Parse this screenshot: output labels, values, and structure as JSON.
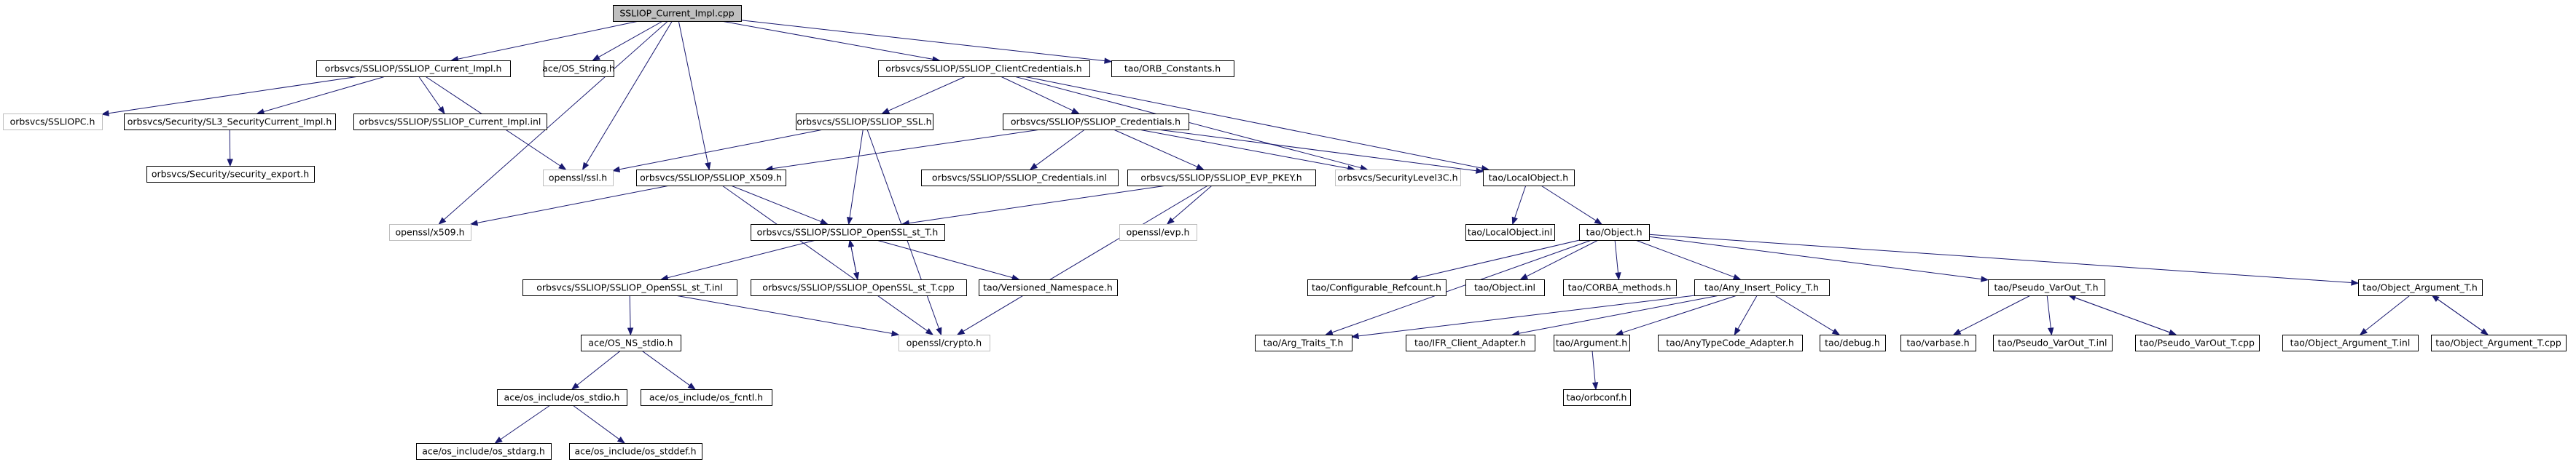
{
  "colors": {
    "edge": "#191970",
    "node_border": "#000000",
    "external_border": "#bfbfbf",
    "root_fill": "#bfbfbf",
    "background": "#ffffff"
  },
  "nodes": [
    {
      "id": "root",
      "label": "SSLIOP_Current_Impl.cpp",
      "kind": "root"
    },
    {
      "id": "cur_impl_h",
      "label": "orbsvcs/SSLIOP/SSLIOP_Current_Impl.h",
      "kind": "doc"
    },
    {
      "id": "ace_string",
      "label": "ace/OS_String.h",
      "kind": "doc"
    },
    {
      "id": "client_cred",
      "label": "orbsvcs/SSLIOP/SSLIOP_ClientCredentials.h",
      "kind": "doc"
    },
    {
      "id": "orb_const",
      "label": "tao/ORB_Constants.h",
      "kind": "doc"
    },
    {
      "id": "ssliopc",
      "label": "orbsvcs/SSLIOPC.h",
      "kind": "external"
    },
    {
      "id": "sl3",
      "label": "orbsvcs/Security/SL3_SecurityCurrent_Impl.h",
      "kind": "doc"
    },
    {
      "id": "cur_impl_inl",
      "label": "orbsvcs/SSLIOP/SSLIOP_Current_Impl.inl",
      "kind": "doc"
    },
    {
      "id": "sec_export",
      "label": "orbsvcs/Security/security_export.h",
      "kind": "doc"
    },
    {
      "id": "ssl_h",
      "label": "orbsvcs/SSLIOP/SSLIOP_SSL.h",
      "kind": "doc"
    },
    {
      "id": "cred_h",
      "label": "orbsvcs/SSLIOP/SSLIOP_Credentials.h",
      "kind": "doc"
    },
    {
      "id": "openssl_ssl",
      "label": "openssl/ssl.h",
      "kind": "external"
    },
    {
      "id": "x509_h",
      "label": "orbsvcs/SSLIOP/SSLIOP_X509.h",
      "kind": "doc"
    },
    {
      "id": "cred_inl",
      "label": "orbsvcs/SSLIOP/SSLIOP_Credentials.inl",
      "kind": "doc"
    },
    {
      "id": "evp_pkey",
      "label": "orbsvcs/SSLIOP/SSLIOP_EVP_PKEY.h",
      "kind": "doc"
    },
    {
      "id": "sec_level",
      "label": "orbsvcs/SecurityLevel3C.h",
      "kind": "external"
    },
    {
      "id": "local_obj_h",
      "label": "tao/LocalObject.h",
      "kind": "doc"
    },
    {
      "id": "openssl_x509",
      "label": "openssl/x509.h",
      "kind": "external"
    },
    {
      "id": "openssl_st_h",
      "label": "orbsvcs/SSLIOP/SSLIOP_OpenSSL_st_T.h",
      "kind": "doc"
    },
    {
      "id": "openssl_evp",
      "label": "openssl/evp.h",
      "kind": "external"
    },
    {
      "id": "local_obj_inl",
      "label": "tao/LocalObject.inl",
      "kind": "doc"
    },
    {
      "id": "object_h",
      "label": "tao/Object.h",
      "kind": "doc"
    },
    {
      "id": "openssl_st_inl",
      "label": "orbsvcs/SSLIOP/SSLIOP_OpenSSL_st_T.inl",
      "kind": "doc"
    },
    {
      "id": "openssl_st_cpp",
      "label": "orbsvcs/SSLIOP/SSLIOP_OpenSSL_st_T.cpp",
      "kind": "doc"
    },
    {
      "id": "versioned_ns",
      "label": "tao/Versioned_Namespace.h",
      "kind": "doc"
    },
    {
      "id": "conf_refcount",
      "label": "tao/Configurable_Refcount.h",
      "kind": "doc"
    },
    {
      "id": "object_inl",
      "label": "tao/Object.inl",
      "kind": "doc"
    },
    {
      "id": "corba_methods",
      "label": "tao/CORBA_methods.h",
      "kind": "doc"
    },
    {
      "id": "any_insert",
      "label": "tao/Any_Insert_Policy_T.h",
      "kind": "doc"
    },
    {
      "id": "pseudo_varout_h",
      "label": "tao/Pseudo_VarOut_T.h",
      "kind": "doc"
    },
    {
      "id": "obj_arg_h",
      "label": "tao/Object_Argument_T.h",
      "kind": "doc"
    },
    {
      "id": "ace_ns_stdio",
      "label": "ace/OS_NS_stdio.h",
      "kind": "doc"
    },
    {
      "id": "openssl_crypto",
      "label": "openssl/crypto.h",
      "kind": "external"
    },
    {
      "id": "arg_traits",
      "label": "tao/Arg_Traits_T.h",
      "kind": "doc"
    },
    {
      "id": "ifr_client",
      "label": "tao/IFR_Client_Adapter.h",
      "kind": "doc"
    },
    {
      "id": "argument_h",
      "label": "tao/Argument.h",
      "kind": "doc"
    },
    {
      "id": "anytypecode",
      "label": "tao/AnyTypeCode_Adapter.h",
      "kind": "doc"
    },
    {
      "id": "debug_h",
      "label": "tao/debug.h",
      "kind": "doc"
    },
    {
      "id": "varbase",
      "label": "tao/varbase.h",
      "kind": "doc"
    },
    {
      "id": "pseudo_varout_inl",
      "label": "tao/Pseudo_VarOut_T.inl",
      "kind": "doc"
    },
    {
      "id": "pseudo_varout_cpp",
      "label": "tao/Pseudo_VarOut_T.cpp",
      "kind": "doc"
    },
    {
      "id": "obj_arg_inl",
      "label": "tao/Object_Argument_T.inl",
      "kind": "doc"
    },
    {
      "id": "obj_arg_cpp",
      "label": "tao/Object_Argument_T.cpp",
      "kind": "doc"
    },
    {
      "id": "ace_os_stdio",
      "label": "ace/os_include/os_stdio.h",
      "kind": "doc"
    },
    {
      "id": "ace_os_fcntl",
      "label": "ace/os_include/os_fcntl.h",
      "kind": "doc"
    },
    {
      "id": "orbconf",
      "label": "tao/orbconf.h",
      "kind": "doc"
    },
    {
      "id": "ace_os_stdarg",
      "label": "ace/os_include/os_stdarg.h",
      "kind": "doc"
    },
    {
      "id": "ace_os_stddef",
      "label": "ace/os_include/os_stddef.h",
      "kind": "doc"
    }
  ],
  "edges": [
    [
      "root",
      "cur_impl_h"
    ],
    [
      "root",
      "ace_string"
    ],
    [
      "root",
      "client_cred"
    ],
    [
      "root",
      "orb_const"
    ],
    [
      "root",
      "openssl_ssl"
    ],
    [
      "root",
      "openssl_x509"
    ],
    [
      "root",
      "x509_h"
    ],
    [
      "cur_impl_h",
      "ssliopc"
    ],
    [
      "cur_impl_h",
      "sl3"
    ],
    [
      "cur_impl_h",
      "cur_impl_inl"
    ],
    [
      "cur_impl_h",
      "openssl_ssl"
    ],
    [
      "sl3",
      "sec_export"
    ],
    [
      "client_cred",
      "ssl_h"
    ],
    [
      "client_cred",
      "cred_h"
    ],
    [
      "client_cred",
      "sec_level"
    ],
    [
      "client_cred",
      "local_obj_h"
    ],
    [
      "ssl_h",
      "openssl_ssl"
    ],
    [
      "ssl_h",
      "openssl_st_h"
    ],
    [
      "ssl_h",
      "openssl_crypto"
    ],
    [
      "cred_h",
      "x509_h"
    ],
    [
      "cred_h",
      "cred_inl"
    ],
    [
      "cred_h",
      "evp_pkey"
    ],
    [
      "cred_h",
      "sec_level"
    ],
    [
      "cred_h",
      "local_obj_h"
    ],
    [
      "x509_h",
      "openssl_x509"
    ],
    [
      "x509_h",
      "openssl_st_h"
    ],
    [
      "x509_h",
      "openssl_crypto"
    ],
    [
      "evp_pkey",
      "openssl_st_h"
    ],
    [
      "evp_pkey",
      "openssl_evp"
    ],
    [
      "evp_pkey",
      "openssl_crypto"
    ],
    [
      "local_obj_h",
      "local_obj_inl"
    ],
    [
      "local_obj_h",
      "object_h"
    ],
    [
      "openssl_st_h",
      "openssl_st_inl"
    ],
    [
      "openssl_st_h",
      "openssl_st_cpp"
    ],
    [
      "openssl_st_h",
      "versioned_ns"
    ],
    [
      "openssl_st_cpp",
      "openssl_st_h"
    ],
    [
      "openssl_st_inl",
      "ace_ns_stdio"
    ],
    [
      "openssl_st_inl",
      "openssl_crypto"
    ],
    [
      "object_h",
      "arg_traits"
    ],
    [
      "object_h",
      "conf_refcount"
    ],
    [
      "object_h",
      "object_inl"
    ],
    [
      "object_h",
      "corba_methods"
    ],
    [
      "object_h",
      "any_insert"
    ],
    [
      "object_h",
      "pseudo_varout_h"
    ],
    [
      "object_h",
      "obj_arg_h"
    ],
    [
      "any_insert",
      "arg_traits"
    ],
    [
      "any_insert",
      "ifr_client"
    ],
    [
      "any_insert",
      "argument_h"
    ],
    [
      "any_insert",
      "anytypecode"
    ],
    [
      "any_insert",
      "debug_h"
    ],
    [
      "argument_h",
      "orbconf"
    ],
    [
      "pseudo_varout_h",
      "varbase"
    ],
    [
      "pseudo_varout_h",
      "pseudo_varout_inl"
    ],
    [
      "pseudo_varout_h",
      "pseudo_varout_cpp"
    ],
    [
      "pseudo_varout_cpp",
      "pseudo_varout_h"
    ],
    [
      "obj_arg_h",
      "obj_arg_inl"
    ],
    [
      "obj_arg_h",
      "obj_arg_cpp"
    ],
    [
      "obj_arg_cpp",
      "obj_arg_h"
    ],
    [
      "ace_ns_stdio",
      "ace_os_stdio"
    ],
    [
      "ace_ns_stdio",
      "ace_os_fcntl"
    ],
    [
      "ace_os_stdio",
      "ace_os_stdarg"
    ],
    [
      "ace_os_stdio",
      "ace_os_stddef"
    ]
  ]
}
